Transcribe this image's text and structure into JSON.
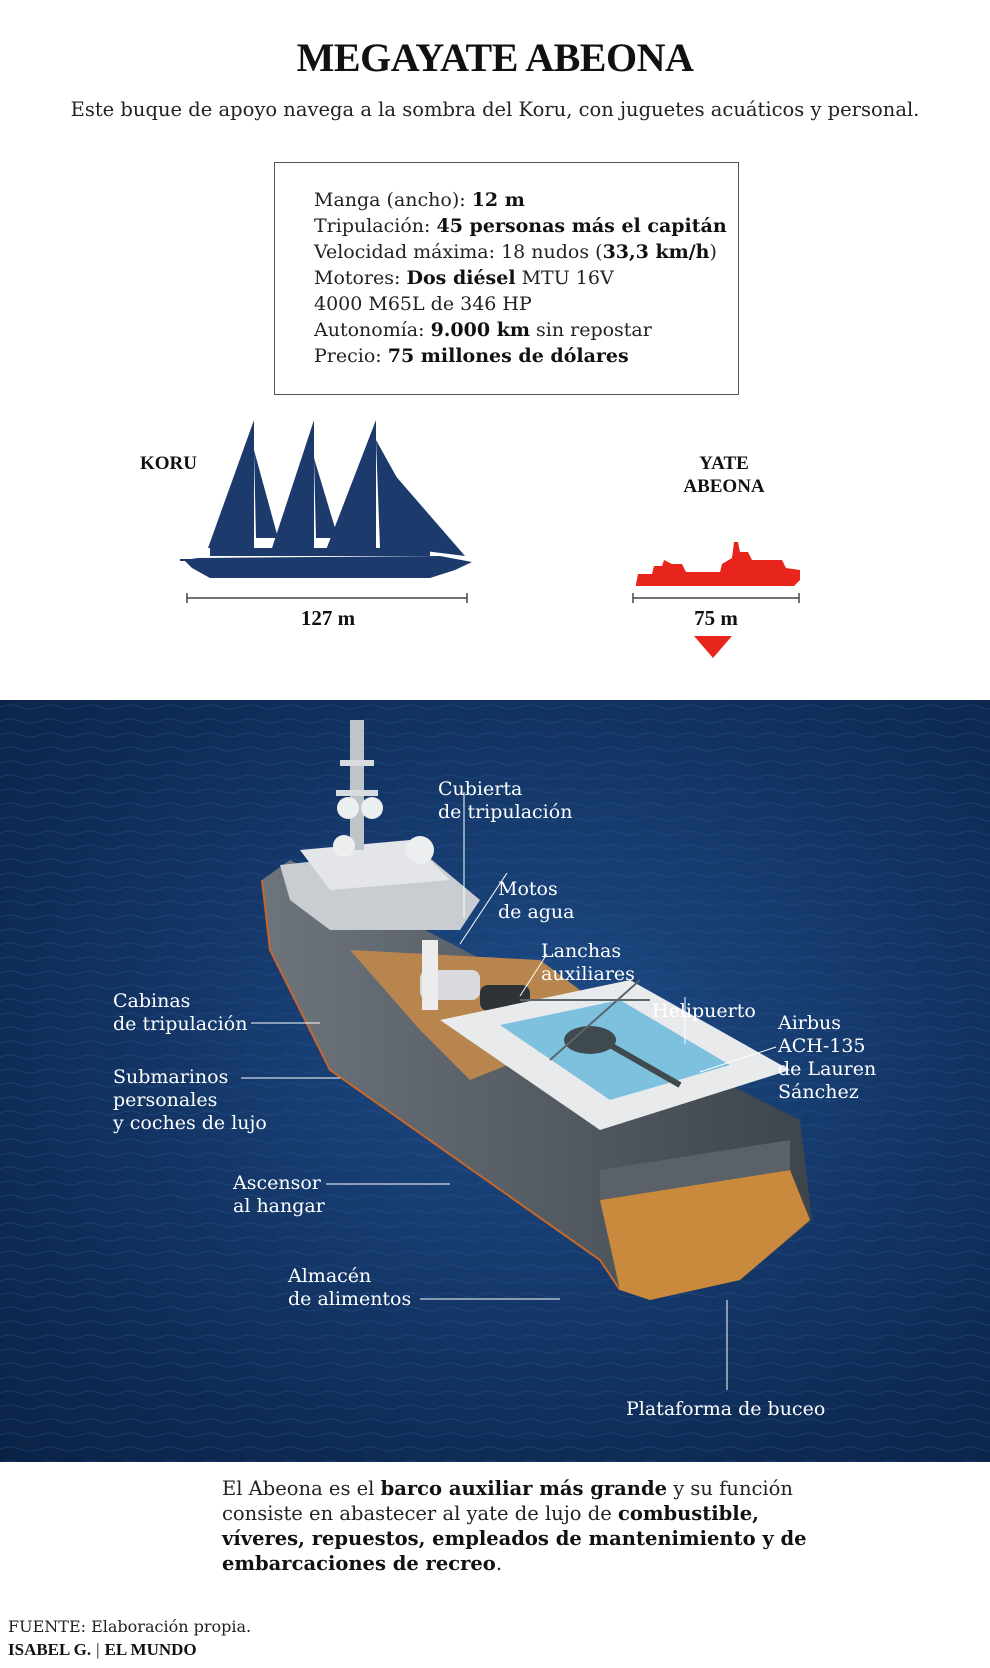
{
  "title": "MEGAYATE ABEONA",
  "subtitle": "Este buque de apoyo navega a la sombra del Koru, con juguetes acuáticos y personal.",
  "specs": [
    {
      "label": "Manga (ancho): ",
      "value": "12 m",
      "rest": ""
    },
    {
      "label": "Tripulación: ",
      "value": "45 personas más el capitán",
      "rest": ""
    },
    {
      "label": "Velocidad máxima: 18 nudos (",
      "value": "33,3 km/h",
      "rest": ")"
    },
    {
      "label": "Motores: ",
      "value": "Dos diésel",
      "rest": " MTU 16V"
    },
    {
      "label": "4000 M65L de 346 HP",
      "value": "",
      "rest": ""
    },
    {
      "label": "Autonomía: ",
      "value": "9.000 km",
      "rest": " sin repostar"
    },
    {
      "label": "Precio: ",
      "value": "75 millones de dólares",
      "rest": ""
    }
  ],
  "comparison": {
    "koru": {
      "name": "KORU",
      "length": "127 m",
      "color": "#1c3a6b"
    },
    "abeona": {
      "name_line1": "YATE",
      "name_line2": "ABEONA",
      "length": "75 m",
      "color": "#e8251c"
    }
  },
  "callouts": {
    "cubierta": [
      "Cubierta",
      "de tripulación"
    ],
    "motos": [
      "Motos",
      "de agua"
    ],
    "lanchas": [
      "Lanchas",
      "auxiliares"
    ],
    "helipuerto": [
      "Helipuerto"
    ],
    "airbus": [
      "Airbus",
      "ACH-135",
      "de Lauren",
      "Sánchez"
    ],
    "cabinas": [
      "Cabinas",
      "de tripulación"
    ],
    "submarinos": [
      "Submarinos",
      "personales",
      "y coches de lujo"
    ],
    "ascensor": [
      "Ascensor",
      "al hangar"
    ],
    "almacen": [
      "Almacén",
      "de alimentos"
    ],
    "plataforma": [
      "Plataforma de buceo"
    ]
  },
  "bottom": {
    "p1": "El Abeona es el ",
    "b1": "barco auxiliar más grande",
    "p2": " y su función consiste en abastecer al yate de lujo de ",
    "b2": "combustible, víveres, repuestos, empleados de mantenimiento y de embarcaciones de recreo",
    "p3": "."
  },
  "source": "FUENTE: Elaboración propia.",
  "credit": {
    "author": "ISABEL G.",
    "sep": "|",
    "outlet": "EL MUNDO"
  }
}
